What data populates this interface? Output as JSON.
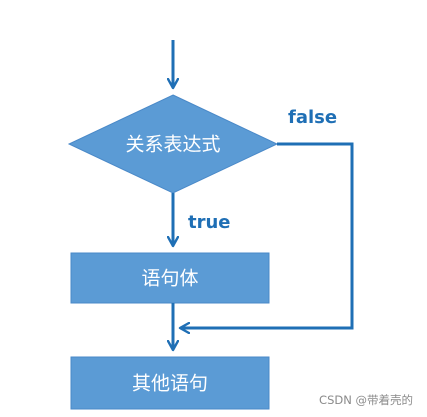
{
  "diagram": {
    "decision": {
      "label": "关系表达式"
    },
    "body_block": {
      "label": "语句体"
    },
    "next_block": {
      "label": "其他语句"
    },
    "false_label": "false",
    "true_label": "true"
  },
  "watermark": {
    "text": "CSDN @带着壳的"
  },
  "colors": {
    "shape_fill": "#5b9bd5",
    "shape_stroke": "#4a89c8",
    "line": "#1f6fb5",
    "label": "#1f6fb5",
    "shape_text": "#ffffff"
  }
}
